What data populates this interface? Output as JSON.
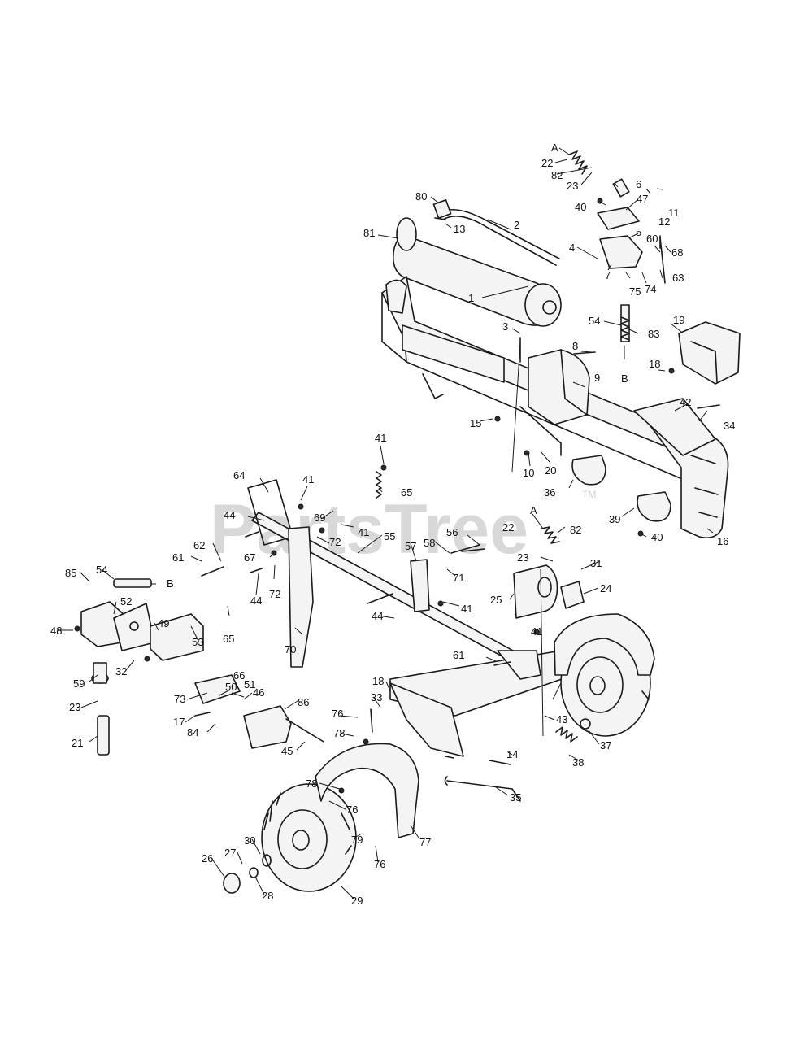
{
  "watermark": {
    "text": "PartsTree",
    "trademark": "TM"
  },
  "callouts": [
    {
      "id": "A-top",
      "label": "A"
    },
    {
      "id": "22-top",
      "label": "22"
    },
    {
      "id": "82-top",
      "label": "82"
    },
    {
      "id": "23-top",
      "label": "23"
    },
    {
      "id": "6",
      "label": "6"
    },
    {
      "id": "40-top",
      "label": "40"
    },
    {
      "id": "47",
      "label": "47"
    },
    {
      "id": "12",
      "label": "12"
    },
    {
      "id": "11",
      "label": "11"
    },
    {
      "id": "80",
      "label": "80"
    },
    {
      "id": "13",
      "label": "13"
    },
    {
      "id": "2",
      "label": "2"
    },
    {
      "id": "81",
      "label": "81"
    },
    {
      "id": "5",
      "label": "5"
    },
    {
      "id": "60",
      "label": "60"
    },
    {
      "id": "68",
      "label": "68"
    },
    {
      "id": "4",
      "label": "4"
    },
    {
      "id": "7",
      "label": "7"
    },
    {
      "id": "75",
      "label": "75"
    },
    {
      "id": "74",
      "label": "74"
    },
    {
      "id": "63",
      "label": "63"
    },
    {
      "id": "1",
      "label": "1"
    },
    {
      "id": "3",
      "label": "3"
    },
    {
      "id": "54-top",
      "label": "54"
    },
    {
      "id": "83",
      "label": "83"
    },
    {
      "id": "19",
      "label": "19"
    },
    {
      "id": "8",
      "label": "8"
    },
    {
      "id": "18-top",
      "label": "18"
    },
    {
      "id": "B-top",
      "label": "B"
    },
    {
      "id": "9",
      "label": "9"
    },
    {
      "id": "42",
      "label": "42"
    },
    {
      "id": "15",
      "label": "15"
    },
    {
      "id": "34",
      "label": "34"
    },
    {
      "id": "10",
      "label": "10"
    },
    {
      "id": "20",
      "label": "20"
    },
    {
      "id": "41-a",
      "label": "41"
    },
    {
      "id": "64",
      "label": "64"
    },
    {
      "id": "41-b",
      "label": "41"
    },
    {
      "id": "65-top",
      "label": "65"
    },
    {
      "id": "36",
      "label": "36"
    },
    {
      "id": "44-a",
      "label": "44"
    },
    {
      "id": "69",
      "label": "69"
    },
    {
      "id": "41-c",
      "label": "41"
    },
    {
      "id": "72-a",
      "label": "72"
    },
    {
      "id": "55",
      "label": "55"
    },
    {
      "id": "A-mid",
      "label": "A"
    },
    {
      "id": "22-mid",
      "label": "22"
    },
    {
      "id": "82-mid",
      "label": "82"
    },
    {
      "id": "39",
      "label": "39"
    },
    {
      "id": "40-mid",
      "label": "40"
    },
    {
      "id": "16",
      "label": "16"
    },
    {
      "id": "56",
      "label": "56"
    },
    {
      "id": "62",
      "label": "62"
    },
    {
      "id": "57",
      "label": "57"
    },
    {
      "id": "58",
      "label": "58"
    },
    {
      "id": "67",
      "label": "67"
    },
    {
      "id": "61-a",
      "label": "61"
    },
    {
      "id": "71",
      "label": "71"
    },
    {
      "id": "23-mid",
      "label": "23"
    },
    {
      "id": "31",
      "label": "31"
    },
    {
      "id": "44-b",
      "label": "44"
    },
    {
      "id": "72-b",
      "label": "72"
    },
    {
      "id": "85",
      "label": "85"
    },
    {
      "id": "54-mid",
      "label": "54"
    },
    {
      "id": "B-mid",
      "label": "B"
    },
    {
      "id": "41-d",
      "label": "41"
    },
    {
      "id": "24",
      "label": "24"
    },
    {
      "id": "25",
      "label": "25"
    },
    {
      "id": "52",
      "label": "52"
    },
    {
      "id": "44-c",
      "label": "44"
    },
    {
      "id": "48",
      "label": "48"
    },
    {
      "id": "49",
      "label": "49"
    },
    {
      "id": "65-low",
      "label": "65"
    },
    {
      "id": "70",
      "label": "70"
    },
    {
      "id": "41-e",
      "label": "41"
    },
    {
      "id": "32",
      "label": "32"
    },
    {
      "id": "53",
      "label": "53"
    },
    {
      "id": "61-b",
      "label": "61"
    },
    {
      "id": "59",
      "label": "59"
    },
    {
      "id": "50",
      "label": "50"
    },
    {
      "id": "66",
      "label": "66"
    },
    {
      "id": "18-low",
      "label": "18"
    },
    {
      "id": "23-low",
      "label": "23"
    },
    {
      "id": "73",
      "label": "73"
    },
    {
      "id": "51",
      "label": "51"
    },
    {
      "id": "46",
      "label": "46"
    },
    {
      "id": "86",
      "label": "86"
    },
    {
      "id": "33",
      "label": "33"
    },
    {
      "id": "43",
      "label": "43"
    },
    {
      "id": "21",
      "label": "21"
    },
    {
      "id": "17",
      "label": "17"
    },
    {
      "id": "76-a",
      "label": "76"
    },
    {
      "id": "84",
      "label": "84"
    },
    {
      "id": "78-a",
      "label": "78"
    },
    {
      "id": "45",
      "label": "45"
    },
    {
      "id": "37",
      "label": "37"
    },
    {
      "id": "14",
      "label": "14"
    },
    {
      "id": "38",
      "label": "38"
    },
    {
      "id": "35",
      "label": "35"
    },
    {
      "id": "78-b",
      "label": "78"
    },
    {
      "id": "76-b",
      "label": "76"
    },
    {
      "id": "77",
      "label": "77"
    },
    {
      "id": "30",
      "label": "30"
    },
    {
      "id": "79",
      "label": "79"
    },
    {
      "id": "27",
      "label": "27"
    },
    {
      "id": "26",
      "label": "26"
    },
    {
      "id": "76-c",
      "label": "76"
    },
    {
      "id": "28",
      "label": "28"
    },
    {
      "id": "29",
      "label": "29"
    }
  ]
}
